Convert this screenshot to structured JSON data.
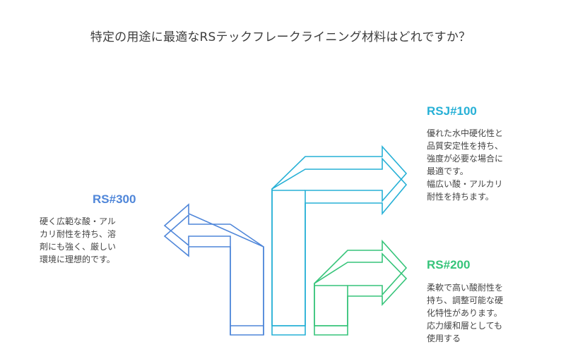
{
  "title": "特定の用途に最適なRSテックフレークライニング材料はどれですか？",
  "colors": {
    "rs300": "#4f86d9",
    "rsj100": "#26b0d6",
    "rs200": "#36c47a"
  },
  "options": [
    {
      "id": "rs300",
      "label": "RS#300",
      "description": "硬く広範な酸・アル\nカリ耐性を持ち、溶\n剤にも強く、厳しい\n環境に理想的です。"
    },
    {
      "id": "rsj100",
      "label": "RSJ#100",
      "description": "優れた水中硬化性と\n品質安定性を持ち、\n強度が必要な場合に\n最適です。\n幅広い酸・アルカリ\n耐性を持ちます。"
    },
    {
      "id": "rs200",
      "label": "RS#200",
      "description": "柔軟で高い酸耐性を\n持ち、調整可能な硬\n化特性があります。\n応力緩和層としても\n使用する"
    }
  ]
}
